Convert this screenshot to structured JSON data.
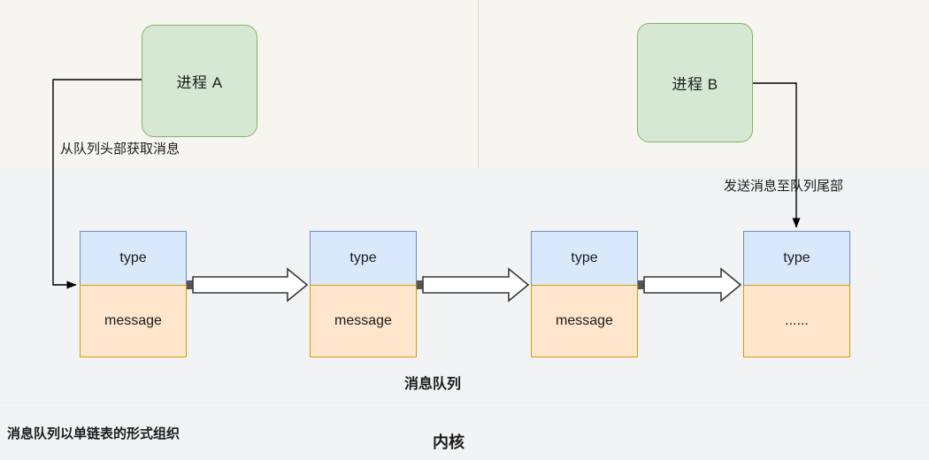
{
  "diagram": {
    "title_kernel": "内核",
    "title_queue": "消息队列",
    "note": "消息队列以单链表的形式组织"
  },
  "processes": [
    {
      "id": "process-a",
      "label": "进程 A"
    },
    {
      "id": "process-b",
      "label": "进程 B"
    }
  ],
  "edge_labels": {
    "receive": "从队列头部获取消息",
    "send": "发送消息至队列尾部"
  },
  "queue": {
    "nodes": [
      {
        "type_label": "type",
        "message_label": "message"
      },
      {
        "type_label": "type",
        "message_label": "message"
      },
      {
        "type_label": "type",
        "message_label": "message"
      },
      {
        "type_label": "type",
        "message_label": "......"
      }
    ]
  },
  "colors": {
    "panel_userspace": "#f7f5ef",
    "panel_kernel": "#f2f3f5",
    "process_fill": "#d5e8d4",
    "process_stroke": "#82b366",
    "type_fill": "#dae8fc",
    "type_stroke": "#6c8ebf",
    "message_fill": "#ffe6cc",
    "message_stroke": "#d79b00",
    "wire": "#000000"
  }
}
